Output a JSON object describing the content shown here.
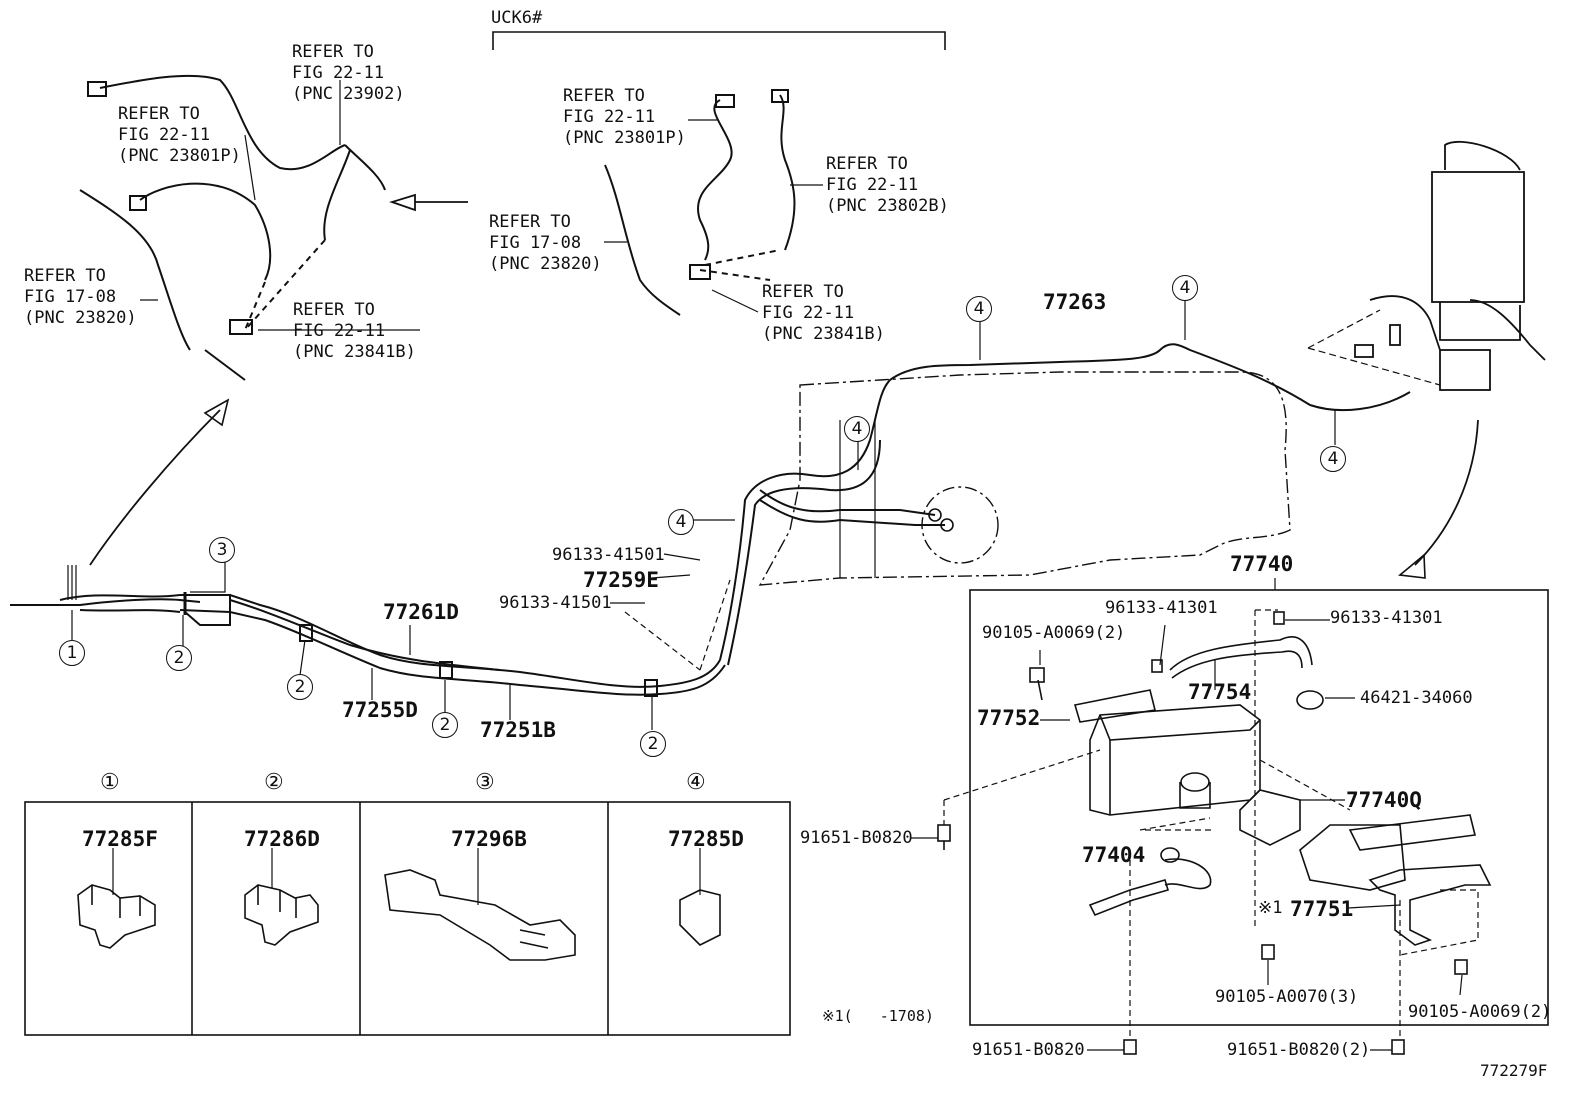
{
  "header": {
    "variant": "UCK6#"
  },
  "refs": {
    "left_23902": [
      "REFER TO",
      "FIG 22-11",
      "(PNC 23902)"
    ],
    "left_23801p": [
      "REFER TO",
      "FIG 22-11",
      "(PNC 23801P)"
    ],
    "left_23820": [
      "REFER TO",
      "FIG 17-08",
      "(PNC 23820)"
    ],
    "left_23841b": [
      "REFER TO",
      "FIG 22-11",
      "(PNC 23841B)"
    ],
    "mid_23801p": [
      "REFER TO",
      "FIG 22-11",
      "(PNC 23801P)"
    ],
    "mid_23802b": [
      "REFER TO",
      "FIG 22-11",
      "(PNC 23802B)"
    ],
    "mid_23820": [
      "REFER TO",
      "FIG 17-08",
      "(PNC 23820)"
    ],
    "mid_23841b": [
      "REFER TO",
      "FIG 22-11",
      "(PNC 23841B)"
    ]
  },
  "parts": {
    "p77263": "77263",
    "p77261d": "77261D",
    "p77255d": "77255D",
    "p77251b": "77251B",
    "p77259e": "77259E",
    "p96133_41501_a": "96133-41501",
    "p96133_41501_b": "96133-41501",
    "p77740": "77740",
    "p96133_41301_a": "96133-41301",
    "p96133_41301_b": "96133-41301",
    "p90105_a0069_2_a": "90105-A0069(2)",
    "p77754": "77754",
    "p46421_34060": "46421-34060",
    "p77752": "77752",
    "p77740q": "77740Q",
    "p91651_b0820_a": "91651-B0820",
    "p77404": "77404",
    "p77751": "77751",
    "note_mark": "※1",
    "p90105_a0070_3": "90105-A0070(3)",
    "p90105_a0069_2_b": "90105-A0069(2)",
    "p91651_b0820_b": "91651-B0820",
    "p91651_b0820_2": "91651-B0820(2)",
    "note_range": "※1(   -1708)"
  },
  "clips": {
    "c1": {
      "num": "①",
      "part": "77285F"
    },
    "c2": {
      "num": "②",
      "part": "77286D"
    },
    "c3": {
      "num": "③",
      "part": "77296B"
    },
    "c4": {
      "num": "④",
      "part": "77285D"
    }
  },
  "callouts": {
    "one": "1",
    "two": "2",
    "three": "3",
    "four": "4"
  },
  "footer": {
    "figure_id": "772279F"
  }
}
